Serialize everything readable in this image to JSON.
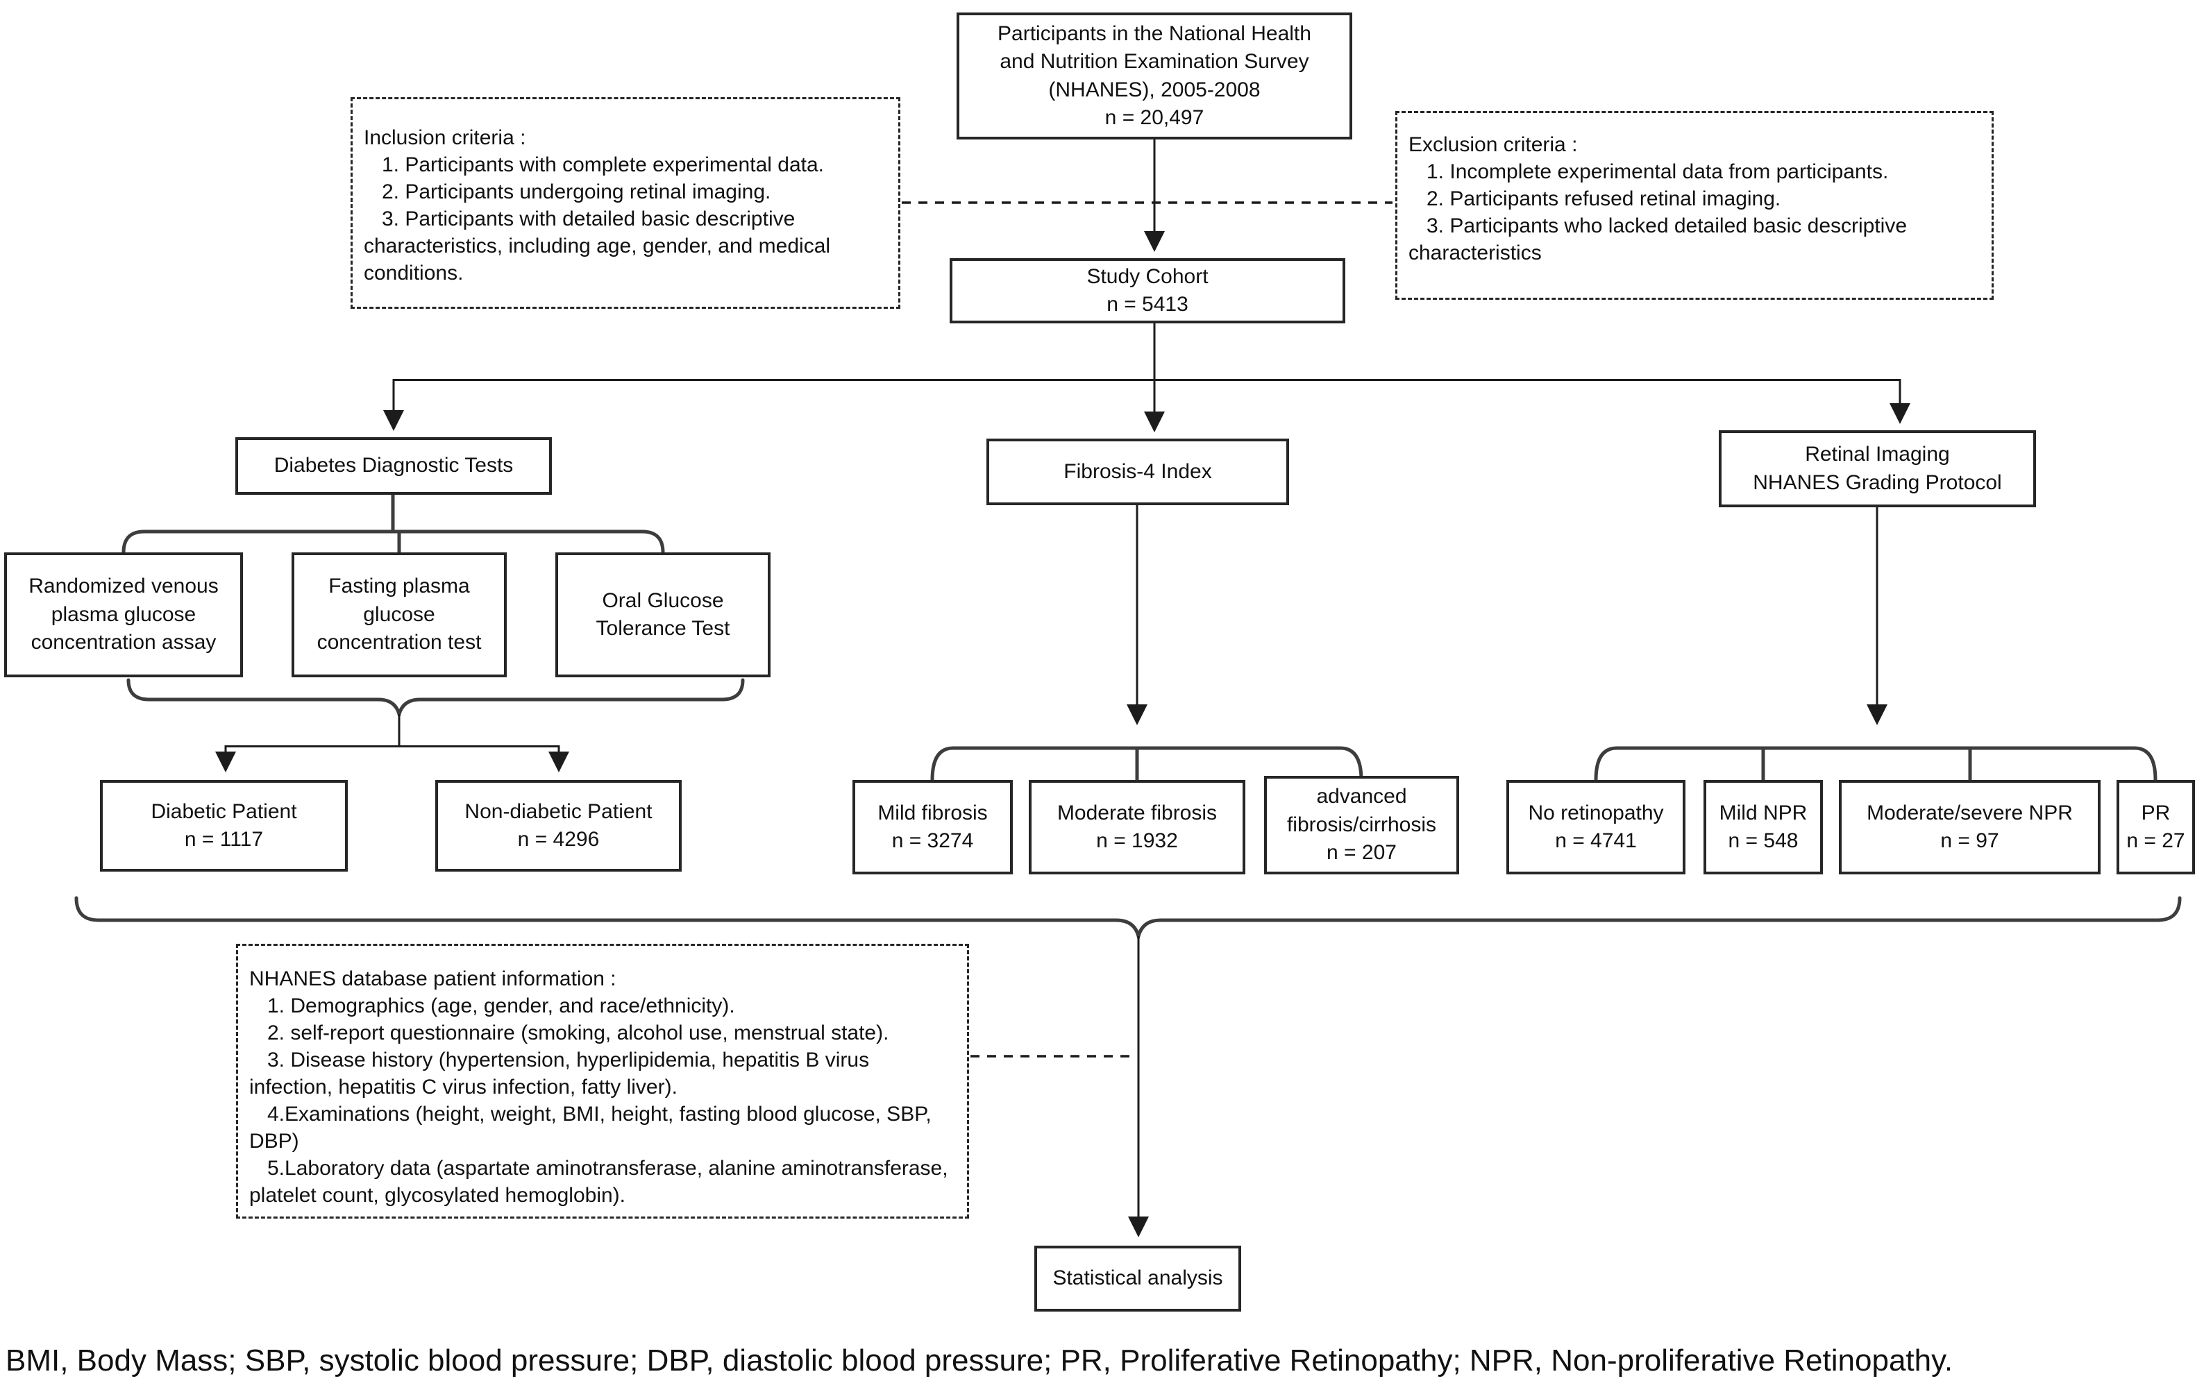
{
  "colors": {
    "background": "#ffffff",
    "line": "#1c1c1c",
    "box_border": "#262626",
    "text": "#111111"
  },
  "flow": {
    "participants": "Participants in the National Health\nand Nutrition Examination Survey\n(NHANES), 2005-2008\nn = 20,497",
    "study_cohort": "Study Cohort\nn = 5413",
    "branch_diabetes": "Diabetes Diagnostic Tests",
    "branch_fibrosis": "Fibrosis-4 Index",
    "branch_retinal": "Retinal Imaging\nNHANES Grading Protocol",
    "test_randomized": "Randomized venous\nplasma glucose\nconcentration assay",
    "test_fasting": "Fasting plasma\nglucose\nconcentration test",
    "test_ogtt": "Oral Glucose\nTolerance Test",
    "diabetic": "Diabetic Patient\nn = 1117",
    "non_diabetic": "Non-diabetic Patient\nn = 4296",
    "mild_fibrosis": "Mild fibrosis\nn = 3274",
    "moderate_fibrosis": "Moderate fibrosis\nn = 1932",
    "advanced_fibrosis": "advanced\nfibrosis/cirrhosis\nn = 207",
    "no_retinopathy": "No retinopathy\nn = 4741",
    "mild_npr": "Mild NPR\nn = 548",
    "moderate_severe_npr": "Moderate/severe NPR\nn = 97",
    "pr": "PR\nn = 27",
    "statistical_analysis": "Statistical analysis"
  },
  "inclusion": {
    "title": "Inclusion criteria :",
    "items": [
      "1. Participants with complete experimental data.",
      "2. Participants undergoing retinal imaging.",
      "3. Participants with detailed basic descriptive characteristics, including age, gender, and medical conditions."
    ]
  },
  "exclusion": {
    "title": "Exclusion criteria :",
    "items": [
      "1. Incomplete experimental data from participants.",
      "2. Participants refused retinal imaging.",
      "3. Participants who lacked detailed basic descriptive characteristics"
    ]
  },
  "info": {
    "title": "NHANES database patient information :",
    "items": [
      "1. Demographics (age, gender, and race/ethnicity).",
      "2. self-report questionnaire (smoking, alcohol use, menstrual state).",
      "3. Disease history (hypertension, hyperlipidemia, hepatitis B virus infection, hepatitis C virus infection, fatty liver).",
      "4.Examinations (height, weight, BMI, height, fasting blood glucose, SBP, DBP)",
      "5.Laboratory data (aspartate aminotransferase, alanine aminotransferase, platelet count, glycosylated hemoglobin)."
    ]
  },
  "caption": {
    "text": "BMI, Body Mass; SBP, systolic blood pressure; DBP, diastolic blood pressure; PR, Proliferative Retinopathy; NPR, Non-proliferative Retinopathy."
  }
}
